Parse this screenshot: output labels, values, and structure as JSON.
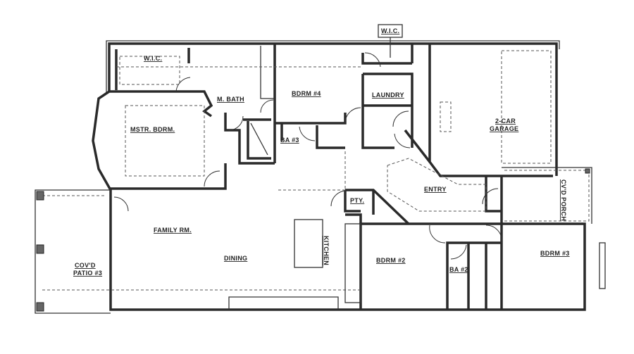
{
  "floor_plan": {
    "rooms": {
      "wic_top": "W.I.C.",
      "wic_master": "W.I.C.",
      "master_bath": "M. BATH",
      "bedroom_4": "BDRM #4",
      "laundry": "LAUNDRY",
      "master_bedroom": "MSTR. BDRM.",
      "bath_3": "BA #3",
      "garage_line1": "2-CAR",
      "garage_line2": "GARAGE",
      "entry": "ENTRY",
      "pantry": "PTY.",
      "porch": "CV'D PORCH",
      "kitchen": "KITCHEN",
      "bedroom_2": "BDRM #2",
      "bath_2": "BA #2",
      "bedroom_3": "BDRM #3",
      "family_room": "FAMILY RM.",
      "dining": "DINING",
      "patio_line1": "COV'D",
      "patio_line2": "PATIO #3"
    }
  }
}
